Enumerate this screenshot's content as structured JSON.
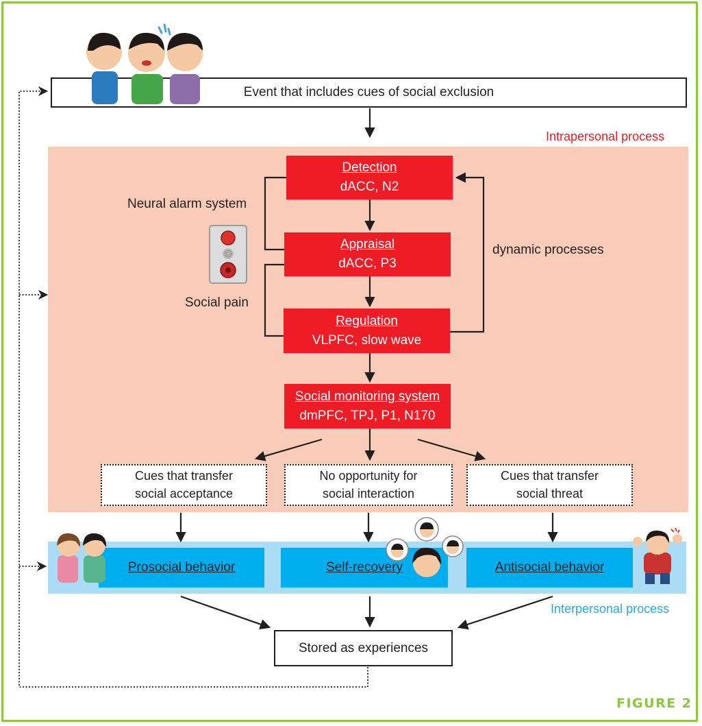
{
  "event": {
    "text": "Event that includes cues of social exclusion"
  },
  "intrapersonal": {
    "label": "Intrapersonal process",
    "detection": {
      "title": "Detection",
      "sub": "dACC, N2"
    },
    "appraisal": {
      "title": "Appraisal",
      "sub": "dACC, P3"
    },
    "regulation": {
      "title": "Regulation",
      "sub": "VLPFC,  slow wave"
    },
    "monitoring": {
      "title": "Social monitoring system",
      "sub": "dmPFC, TPJ, P1, N170"
    },
    "neural_alarm": "Neural alarm system",
    "social_pain": "Social pain",
    "dynamic": "dynamic processes",
    "cues": [
      {
        "line1": "Cues that transfer",
        "line2": "social acceptance"
      },
      {
        "line1": "No opportunity for",
        "line2": "social interaction"
      },
      {
        "line1": "Cues that transfer",
        "line2": "social threat"
      }
    ]
  },
  "interpersonal": {
    "label": "Interpersonal process",
    "outcomes": [
      "Prosocial behavior",
      "Self-recovery",
      "Antisocial behavior"
    ]
  },
  "stored": {
    "text": "Stored as experiences"
  },
  "figure_label": "FIGURE 2",
  "colors": {
    "frame": "#8dc63f",
    "intra_bg": "#f8ccb8",
    "red_box": "#ee1c25",
    "inter_bg": "#abdcf5",
    "blue_box": "#00aeef"
  },
  "icons": [
    "excluded-children-illustration",
    "alarm-button-icon",
    "friendly-pair-illustration",
    "self-recovery-child-illustration",
    "angry-child-illustration"
  ]
}
